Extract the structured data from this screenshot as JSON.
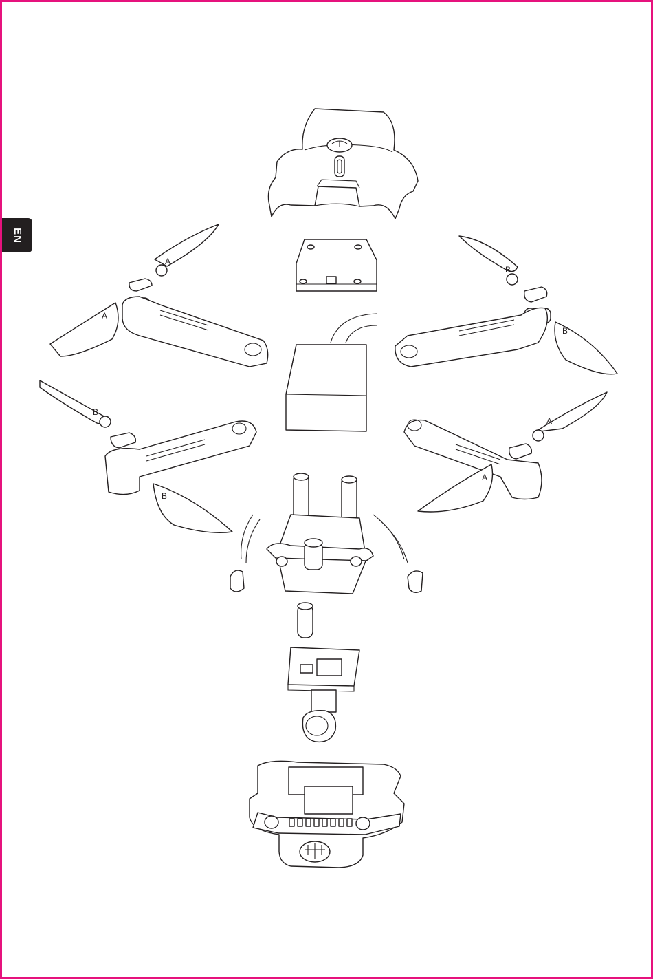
{
  "language_tab": {
    "label": "EN"
  },
  "colors": {
    "border": "#e6127d",
    "tab": "#231f20",
    "line": "#231f20"
  },
  "propellers": {
    "top_left_upper": "A",
    "top_left_lower": "A",
    "top_right_upper": "B",
    "top_right_lower": "B",
    "bottom_left_upper": "B",
    "bottom_left_lower": "B",
    "bottom_right_upper": "A",
    "bottom_right_lower": "A"
  }
}
